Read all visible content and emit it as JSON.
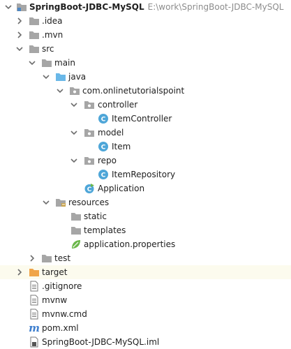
{
  "project": {
    "name": "SpringBoot-JDBC-MySQL",
    "path": "E:\\work\\SpringBoot-JDBC-MySQL"
  },
  "tree": {
    "idea": ".idea",
    "mvn": ".mvn",
    "src": "src",
    "main": "main",
    "java": "java",
    "package": "com.onlinetutorialspoint",
    "controller": "controller",
    "item_controller": "ItemController",
    "model": "model",
    "item": "Item",
    "repo": "repo",
    "item_repository": "ItemRepository",
    "application": "Application",
    "resources": "resources",
    "static": "static",
    "templates": "templates",
    "application_properties": "application.properties",
    "test": "test",
    "target": "target",
    "gitignore": ".gitignore",
    "mvnw": "mvnw",
    "mvnw_cmd": "mvnw.cmd",
    "pom": "pom.xml",
    "iml": "SpringBoot-JDBC-MySQL.iml"
  },
  "icons": {
    "class_letter": "C",
    "maven_letter": "m"
  },
  "colors": {
    "folder": "#a6a6a6",
    "source_folder": "#6ab8e8",
    "resources_folder": "#c9a34b",
    "target_folder": "#f0a54a",
    "class_icon": "#4ea6d8",
    "spring_green": "#6bb74a",
    "maven_blue": "#3f7fce",
    "highlight_row": "#fcfbee"
  }
}
